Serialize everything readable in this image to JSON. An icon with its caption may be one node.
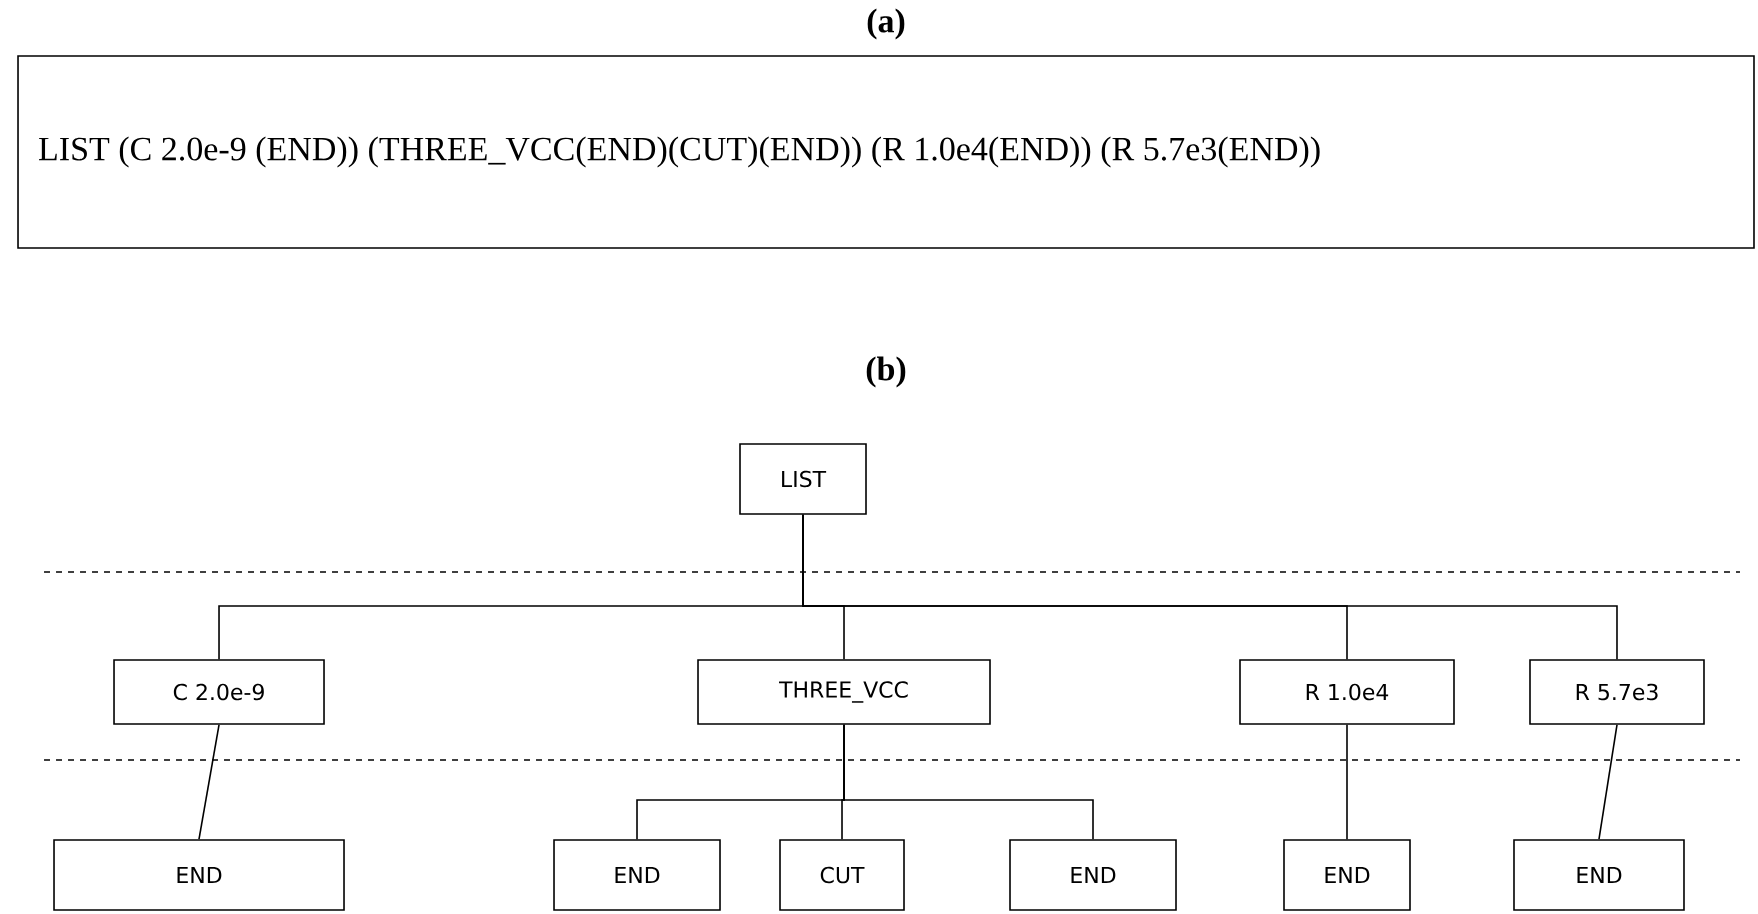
{
  "diagram": {
    "nodes": [
      {
        "text": [
          "LIST (C 2.0e-9 (END)) (THREE_VCC(END)(CUT)(END)) (R 1.0e4(END)) (R 5.7e3(END))"
        ]
      },
      {
        "text": [
          "LIST"
        ]
      },
      {
        "text": [
          "C 2.0e-9"
        ]
      },
      {
        "text": [
          "THREE_VCC"
        ]
      },
      {
        "text": [
          "R 1.0e4"
        ]
      },
      {
        "text": [
          "R 5.7e3"
        ]
      },
      {
        "text": [
          "END"
        ]
      },
      {
        "text": [
          "END"
        ]
      },
      {
        "text": [
          "CUT"
        ]
      },
      {
        "text": [
          "END"
        ]
      },
      {
        "text": [
          "END"
        ]
      },
      {
        "text": [
          "END"
        ]
      }
    ],
    "edges": [
      {
        "from": 1,
        "to": 2,
        "arrow": "none"
      },
      {
        "from": 1,
        "to": 3,
        "arrow": "none"
      },
      {
        "from": 1,
        "to": 4,
        "arrow": "none"
      },
      {
        "from": 1,
        "to": 5,
        "arrow": "none"
      },
      {
        "from": 2,
        "to": 6,
        "arrow": "none"
      },
      {
        "from": 3,
        "to": 7,
        "arrow": "none"
      },
      {
        "from": 3,
        "to": 8,
        "arrow": "none"
      },
      {
        "from": 3,
        "to": 9,
        "arrow": "none"
      },
      {
        "from": 4,
        "to": 10,
        "arrow": "none"
      },
      {
        "from": 5,
        "to": 11,
        "arrow": "none"
      }
    ],
    "labels": [
      "(a)",
      "(b)"
    ]
  }
}
